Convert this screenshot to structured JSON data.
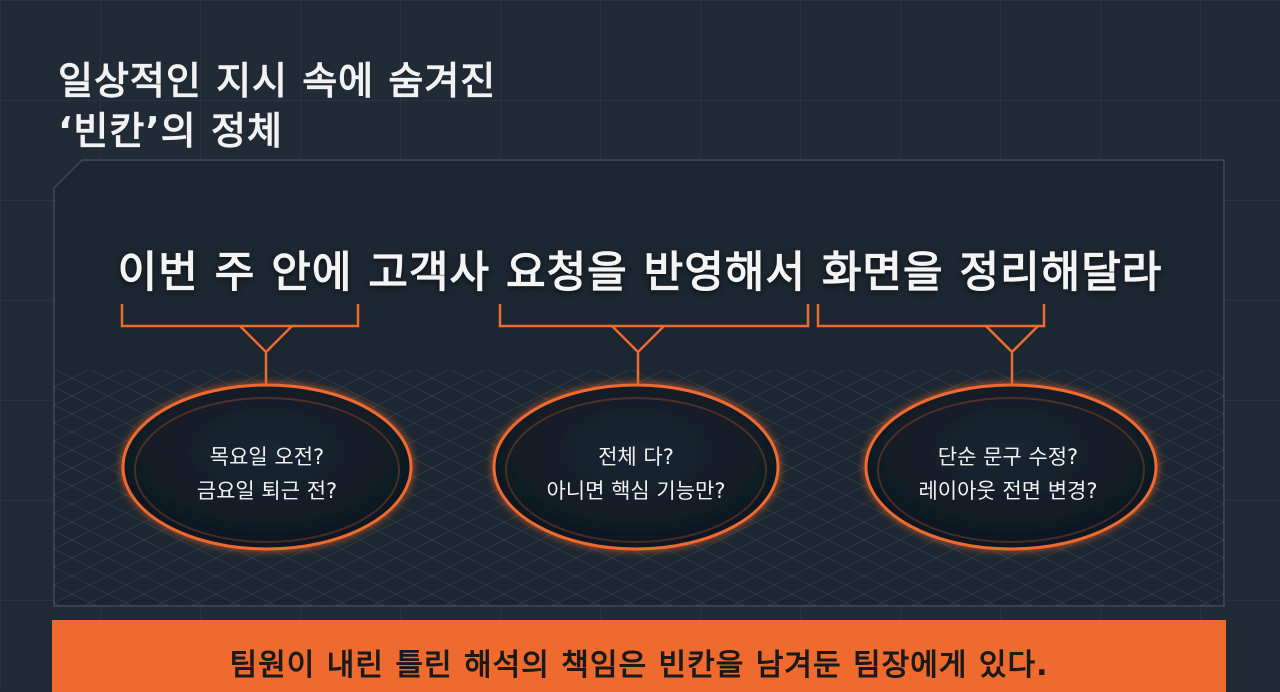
{
  "title": {
    "line1": "일상적인 지시 속에 숨겨진",
    "line2": "‘빈칸’의 정체"
  },
  "sentence": "이번 주 안에 고객사 요청을 반영해서 화면을 정리해달라",
  "questions": [
    {
      "line1": "목요일 오전?",
      "line2": "금요일 퇴근 전?"
    },
    {
      "line1": "전체 다?",
      "line2": "아니면 핵심 기능만?"
    },
    {
      "line1": "단순 문구 수정?",
      "line2": "레이아웃 전면 변경?"
    }
  ],
  "footer": "팀원이 내린 틀린 해석의 책임은 빈칸을 남겨둔 팀장에게 있다.",
  "colors": {
    "background": "#202b36",
    "accent": "#ee6a2e",
    "hole": "#121c26",
    "text": "#f2f2f2"
  }
}
